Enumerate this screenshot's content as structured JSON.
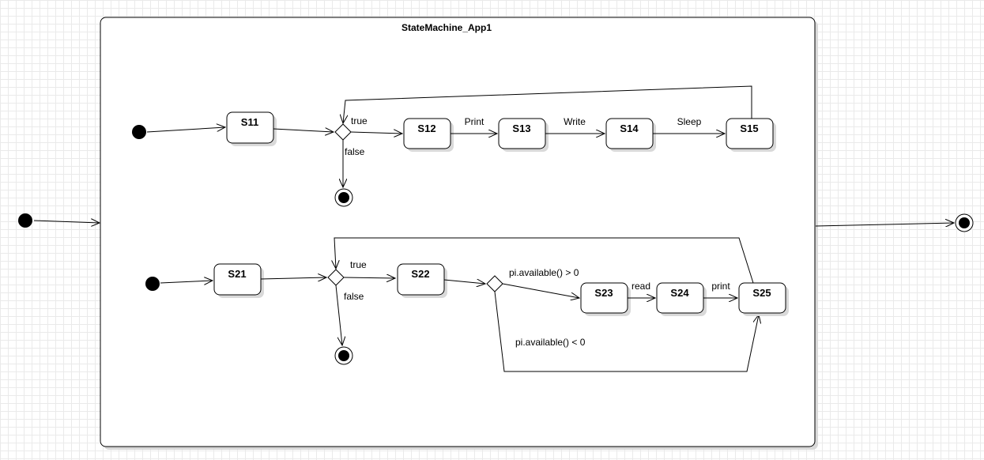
{
  "diagram": {
    "title": "StateMachine_App1",
    "states": {
      "s11": "S11",
      "s12": "S12",
      "s13": "S13",
      "s14": "S14",
      "s15": "S15",
      "s21": "S21",
      "s22": "S22",
      "s23": "S23",
      "s24": "S24",
      "s25": "S25"
    },
    "labels": {
      "r1_true": "true",
      "r1_false": "false",
      "print1": "Print",
      "write": "Write",
      "sleep": "Sleep",
      "r2_true": "true",
      "r2_false": "false",
      "guard_gt": "pi.available() > 0",
      "guard_lt": "pi.available() < 0",
      "read": "read",
      "print2": "print"
    }
  }
}
